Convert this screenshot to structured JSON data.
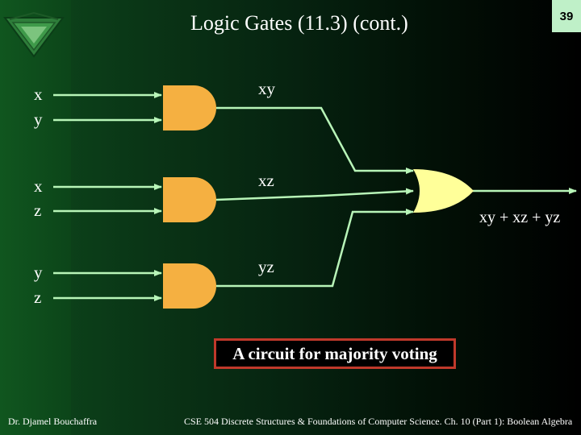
{
  "slide": {
    "title": "Logic Gates (11.3) (cont.)",
    "page_number": "39"
  },
  "inputs": {
    "gate1": [
      "x",
      "y"
    ],
    "gate2": [
      "x",
      "z"
    ],
    "gate3": [
      "y",
      "z"
    ]
  },
  "terms": [
    "xy",
    "xz",
    "yz"
  ],
  "output": "xy + xz + yz",
  "caption": "A circuit for majority voting",
  "footer": {
    "author": "Dr. Djamel Bouchaffra",
    "course": "CSE 504 Discrete Structures & Foundations of Computer Science. Ch. 10 (Part 1): Boolean Algebra"
  },
  "colors": {
    "and_gate": "#f5b041",
    "or_gate": "#ffff99",
    "wire": "#b8f5b8",
    "caption_border": "#c0392b",
    "badge": "#bff0c8"
  },
  "icons": [
    "triangle-logo-icon",
    "and-gate-icon",
    "or-gate-icon"
  ]
}
